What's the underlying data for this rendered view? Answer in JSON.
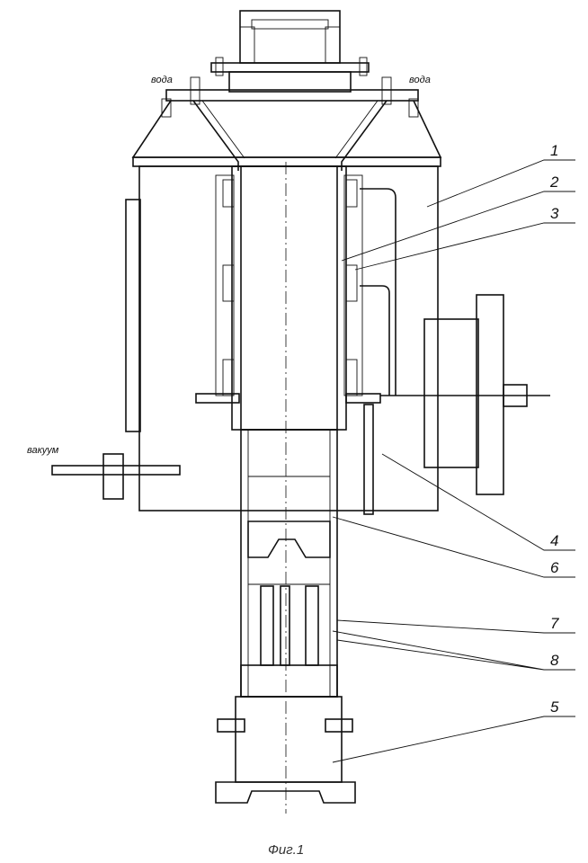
{
  "labels": {
    "water_left": "вода",
    "water_right": "вода",
    "vacuum": "вакуум",
    "callouts": [
      "1",
      "2",
      "3",
      "4",
      "5",
      "6",
      "7",
      "8"
    ]
  },
  "caption": "Фиг.1"
}
